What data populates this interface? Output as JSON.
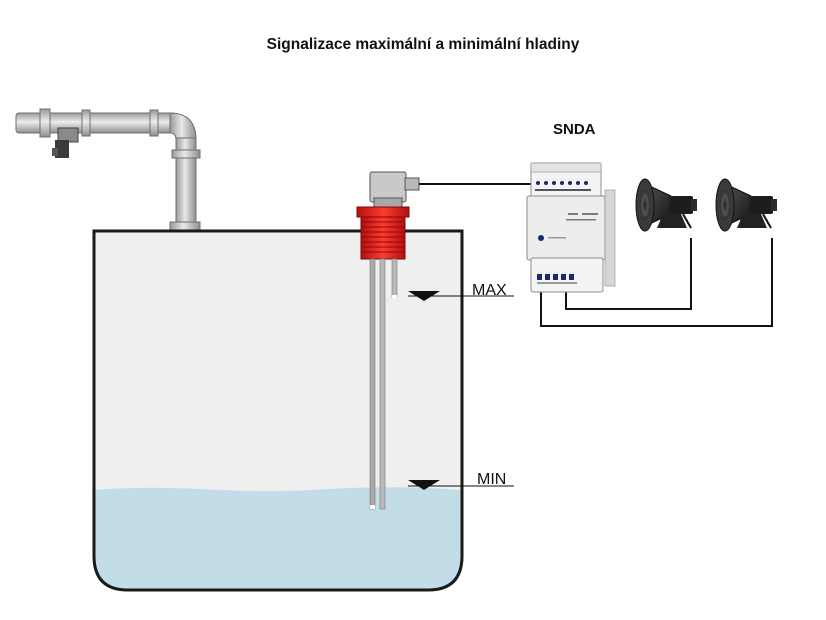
{
  "title": "Signalizace maximální a minimální hladiny",
  "device_label": "SNDA",
  "max_label": "MAX",
  "min_label": "MIN",
  "colors": {
    "tank_fill": "#efefef",
    "tank_outline": "#1a1a1a",
    "water": "#c3dde8",
    "electrode_head": "#e41b1b",
    "pipe": "#c8c8c8",
    "wire": "#111111"
  }
}
